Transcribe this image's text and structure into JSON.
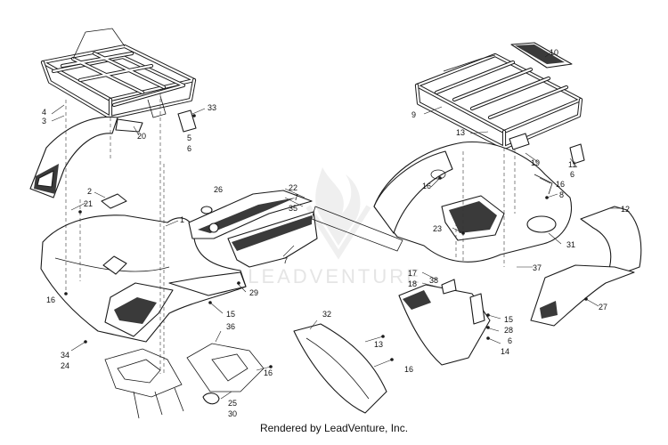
{
  "watermark": {
    "brand": "LEADVENTURE"
  },
  "credit": "Rendered by LeadVenture, Inc.",
  "callouts": [
    {
      "id": "c4",
      "text": "4"
    },
    {
      "id": "c3",
      "text": "3"
    },
    {
      "id": "c33",
      "text": "33"
    },
    {
      "id": "c20",
      "text": "20"
    },
    {
      "id": "c5",
      "text": "5"
    },
    {
      "id": "c6a",
      "text": "6"
    },
    {
      "id": "c2",
      "text": "2"
    },
    {
      "id": "c21",
      "text": "21"
    },
    {
      "id": "c1",
      "text": "1"
    },
    {
      "id": "c16a",
      "text": "16"
    },
    {
      "id": "c26",
      "text": "26"
    },
    {
      "id": "c22",
      "text": "22"
    },
    {
      "id": "c7a",
      "text": "7"
    },
    {
      "id": "c35",
      "text": "35"
    },
    {
      "id": "c7b",
      "text": "7"
    },
    {
      "id": "c29",
      "text": "29"
    },
    {
      "id": "c15a",
      "text": "15"
    },
    {
      "id": "c36",
      "text": "36"
    },
    {
      "id": "c34",
      "text": "34"
    },
    {
      "id": "c24",
      "text": "24"
    },
    {
      "id": "c16b",
      "text": "16"
    },
    {
      "id": "c25",
      "text": "25"
    },
    {
      "id": "c30",
      "text": "30"
    },
    {
      "id": "c32",
      "text": "32"
    },
    {
      "id": "c13a",
      "text": "13"
    },
    {
      "id": "c16c",
      "text": "16"
    },
    {
      "id": "c10",
      "text": "10"
    },
    {
      "id": "c9",
      "text": "9"
    },
    {
      "id": "c13b",
      "text": "13"
    },
    {
      "id": "c19",
      "text": "19"
    },
    {
      "id": "c11",
      "text": "11"
    },
    {
      "id": "c6b",
      "text": "6"
    },
    {
      "id": "c16d",
      "text": "16"
    },
    {
      "id": "c16e",
      "text": "16"
    },
    {
      "id": "c8",
      "text": "8"
    },
    {
      "id": "c23",
      "text": "23"
    },
    {
      "id": "c31",
      "text": "31"
    },
    {
      "id": "c37",
      "text": "37"
    },
    {
      "id": "c12",
      "text": "12"
    },
    {
      "id": "c17",
      "text": "17"
    },
    {
      "id": "c18",
      "text": "18"
    },
    {
      "id": "c38",
      "text": "38"
    },
    {
      "id": "c27",
      "text": "27"
    },
    {
      "id": "c15b",
      "text": "15"
    },
    {
      "id": "c28",
      "text": "28"
    },
    {
      "id": "c6c",
      "text": "6"
    },
    {
      "id": "c14",
      "text": "14"
    }
  ]
}
